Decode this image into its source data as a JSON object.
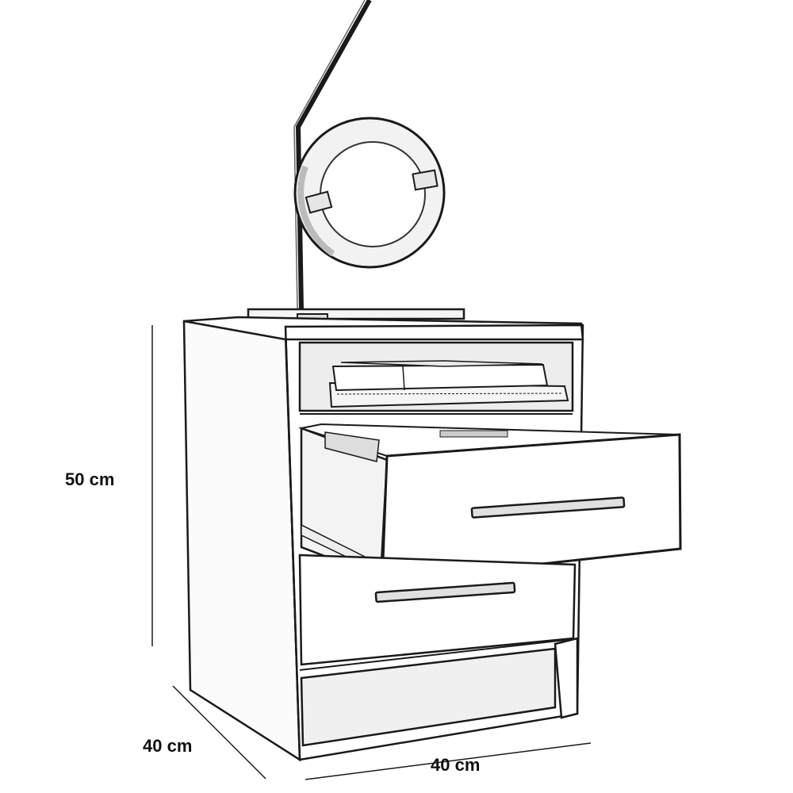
{
  "dimensions": {
    "height": "50 cm",
    "depth": "40 cm",
    "width": "40 cm"
  },
  "colors": {
    "line": "#1a1a1a",
    "shade": "#d9d9d9",
    "background": "#ffffff"
  }
}
